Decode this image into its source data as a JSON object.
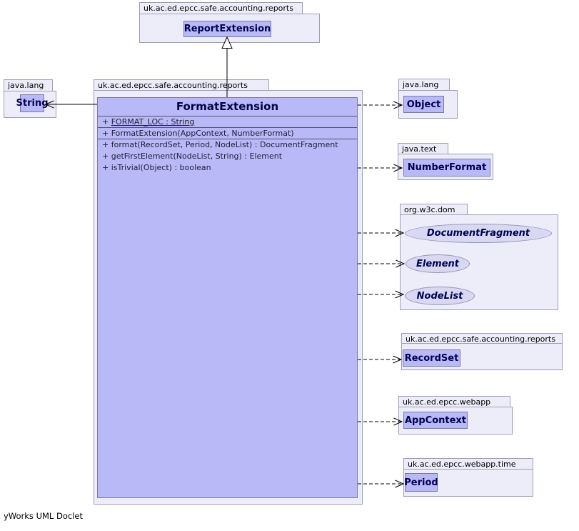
{
  "diagram": {
    "footer": "yWorks UML Doclet",
    "colors": {
      "node_fill": "#b9b9f7",
      "package_fill": "#ededfa",
      "interface_fill": "#d8d8f3",
      "node_border": "#7a7aa3",
      "package_border": "#9e9eb8",
      "class_name_text": "#000052",
      "member_text": "#1e1e38",
      "edge_color": "#000000"
    },
    "top_package": {
      "label": "uk.ac.ed.epcc.safe.accounting.reports",
      "class_name": "ReportExtension"
    },
    "main_package": {
      "label": "uk.ac.ed.epcc.safe.accounting.reports",
      "class": {
        "name": "FormatExtension",
        "fields": [
          {
            "prefix": "+ ",
            "text": "FORMAT_LOC : String"
          }
        ],
        "constructors": [
          "+ FormatExtension(AppContext, NumberFormat)"
        ],
        "methods": [
          "+ format(RecordSet, Period, NodeList) : DocumentFragment",
          "+ getFirstElement(NodeList, String) : Element",
          "+ isTrivial(Object) : boolean"
        ]
      }
    },
    "left_packages": [
      {
        "label": "java.lang",
        "class_name": "String"
      }
    ],
    "right_packages": [
      {
        "label": "java.lang",
        "class_name": "Object"
      },
      {
        "label": "java.text",
        "class_name": "NumberFormat"
      },
      {
        "label": "org.w3c.dom",
        "interfaces": [
          "DocumentFragment",
          "Element",
          "NodeList"
        ]
      },
      {
        "label": "uk.ac.ed.epcc.safe.accounting.reports",
        "class_name": "RecordSet"
      },
      {
        "label": "uk.ac.ed.epcc.webapp",
        "class_name": "AppContext"
      },
      {
        "label": "uk.ac.ed.epcc.webapp.time",
        "class_name": "Period"
      }
    ]
  }
}
